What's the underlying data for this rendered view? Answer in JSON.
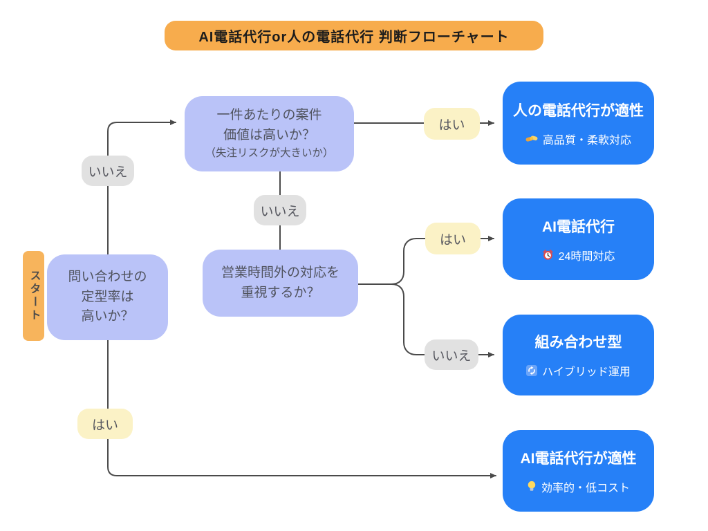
{
  "title": "AI電話代行or人の電話代行 判断フローチャート",
  "start_badge": "スタート",
  "questions": {
    "inquiry": {
      "line1": "問い合わせの",
      "line2": "定型率は",
      "line3": "高いか？"
    },
    "deal_value": {
      "line1": "一件あたりの案件",
      "line2": "価値は高いか？",
      "note": "（失注リスクが大きいか）"
    },
    "after_hours": {
      "line1": "営業時間外の対応を",
      "line2": "重視するか？"
    }
  },
  "labels": {
    "yes": "はい",
    "no": "いいえ"
  },
  "results": {
    "human": {
      "title": "人の電話代行が適性",
      "subtitle": "高品質・柔軟対応",
      "icon": "handshake-icon"
    },
    "ai": {
      "title": "AI電話代行",
      "subtitle": "24時間対応",
      "icon": "alarm-clock-icon"
    },
    "hybrid": {
      "title": "組み合わせ型",
      "subtitle": "ハイブリッド運用",
      "icon": "cycle-icon"
    },
    "ai_fit": {
      "title": "AI電話代行が適性",
      "subtitle": "効率的・低コスト",
      "icon": "lightbulb-icon"
    }
  },
  "colors": {
    "banner_orange": "#F7AC4D",
    "start_orange": "#F7B45C",
    "question_lavender": "#BAC3F8",
    "result_blue": "#2680F7",
    "yes_pill_yellow": "#FBF2C6",
    "no_pill_gray": "#E1E1E1",
    "connector_gray": "#4A4A4A"
  }
}
